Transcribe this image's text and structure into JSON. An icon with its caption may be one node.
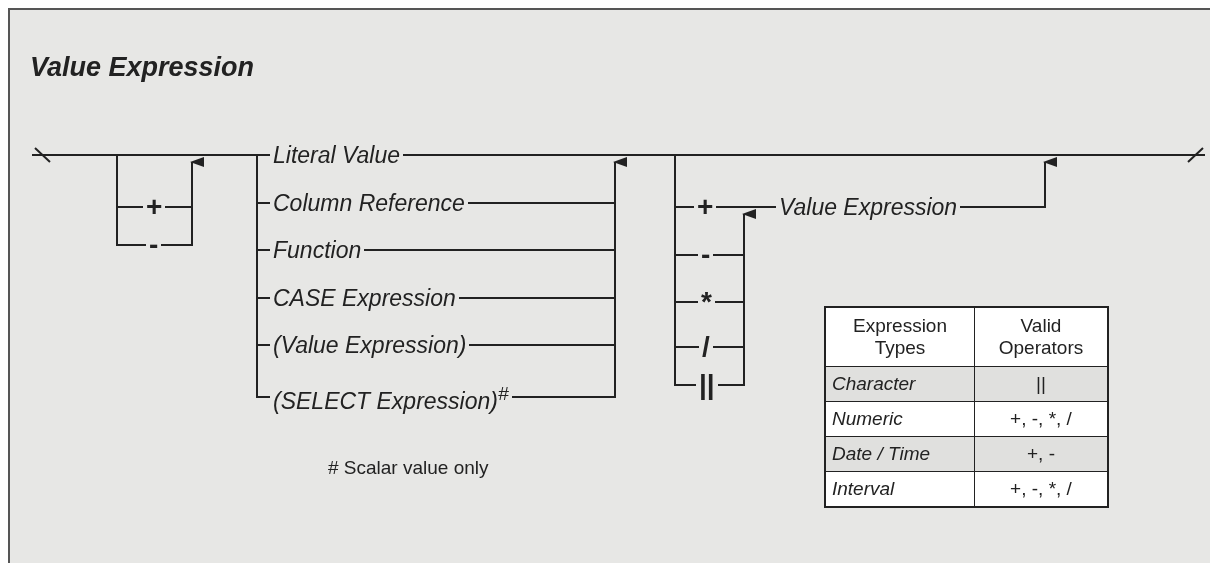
{
  "diagram": {
    "title": "Value Expression",
    "labels": [
      "+",
      "-",
      "Literal Value",
      "Column Reference",
      "Function",
      "CASE Expression",
      "(Value Expression)",
      "(SELECT Expression)$^{#}$",
      "+",
      "-",
      "*",
      "/",
      "||",
      "Value Expression",
      "# Scalar value only",
      "Expression Types",
      "Valid Operators",
      "Character",
      "||",
      "Numeric",
      "+, -, *, /",
      "Date / Time",
      "+, -",
      "Interval",
      "+, -, *, /"
    ]
  }
}
